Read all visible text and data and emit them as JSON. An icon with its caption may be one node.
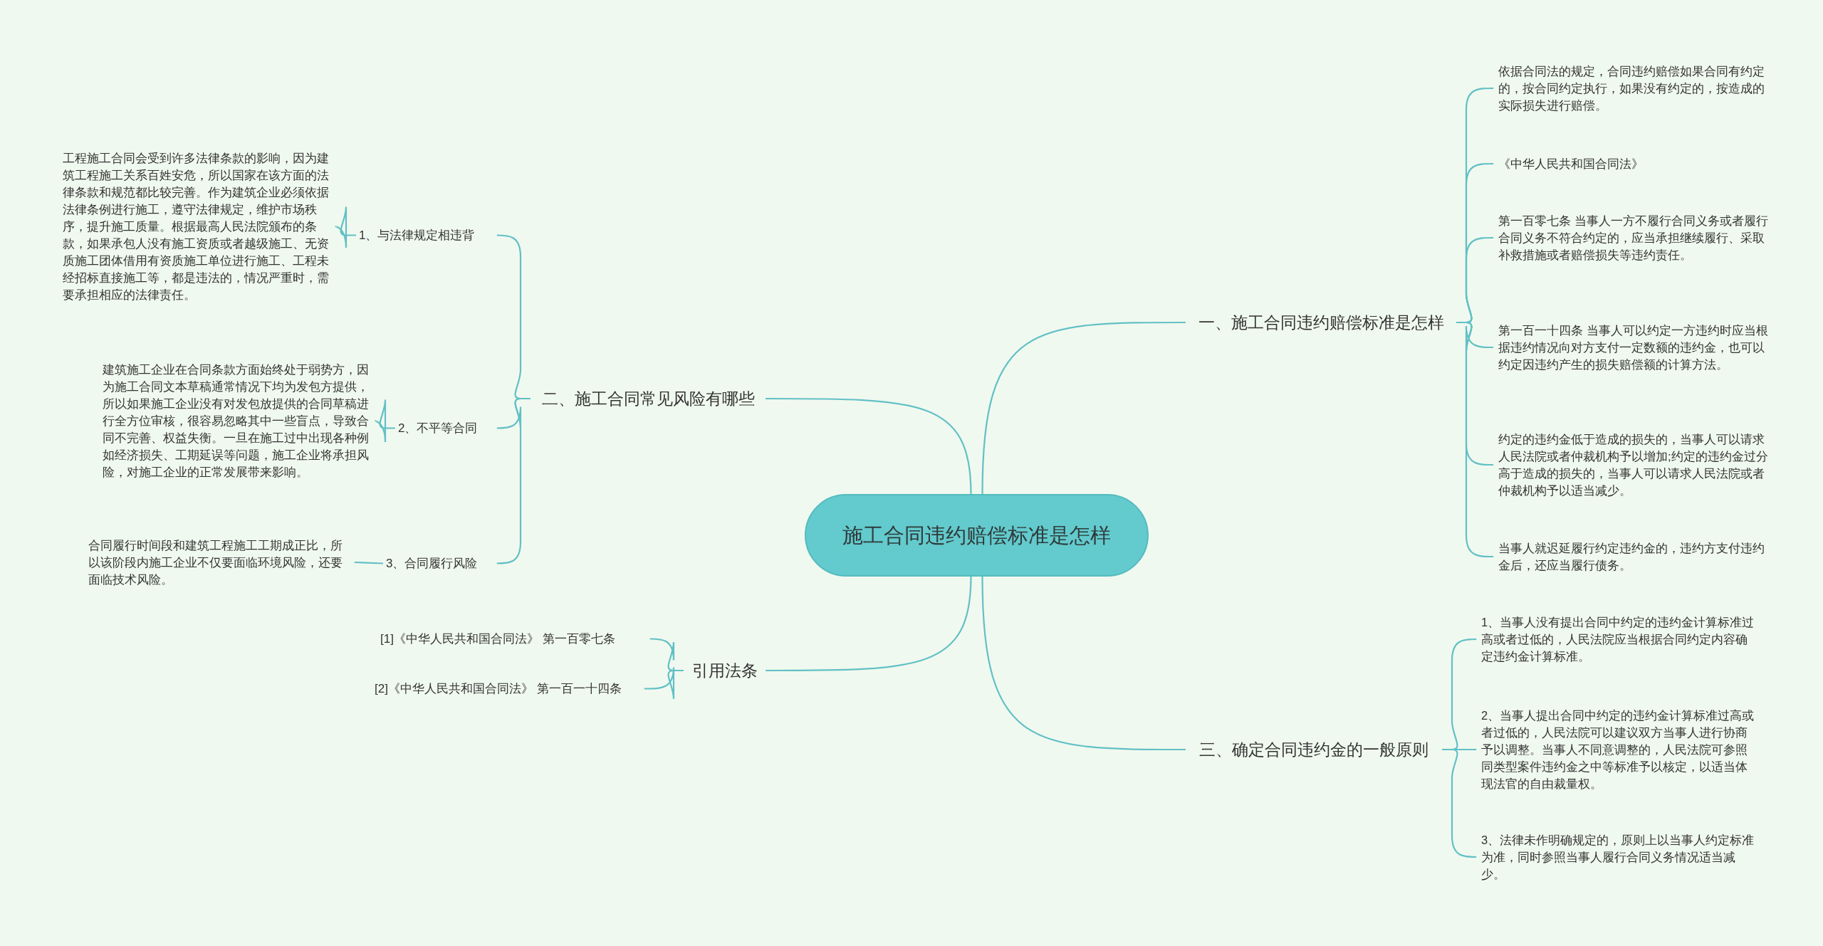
{
  "diagram": {
    "nodes": [
      {
        "text": [
          "施工合同违约赔偿标准是怎样"
        ]
      },
      {
        "text": [
          "一、施工合同违约赔偿标准是怎样"
        ]
      },
      {
        "text": [
          "依据合同法的规定，合同违约赔偿如果合同有约定的，按合同约定执行，如果没有约定的，按造成的实际损失进行赔偿。"
        ]
      },
      {
        "text": [
          "《中华人民共和国合同法》"
        ]
      },
      {
        "text": [
          "第一百零七条 当事人一方不履行合同义务或者履行合同义务不符合约定的，应当承担继续履行、采取补救措施或者赔偿损失等违约责任。"
        ]
      },
      {
        "text": [
          "第一百一十四条 当事人可以约定一方违约时应当根据违约情况向对方支付一定数额的违约金，也可以约定因违约产生的损失赔偿额的计算方法。"
        ]
      },
      {
        "text": [
          "约定的违约金低于造成的损失的，当事人可以请求人民法院或者仲裁机构予以增加;约定的违约金过分高于造成的损失的，当事人可以请求人民法院或者仲裁机构予以适当减少。"
        ]
      },
      {
        "text": [
          "当事人就迟延履行约定违约金的，违约方支付违约金后，还应当履行债务。"
        ]
      },
      {
        "text": [
          "三、确定合同违约金的一般原则"
        ]
      },
      {
        "text": [
          "1、当事人没有提出合同中约定的违约金计算标准过高或者过低的，人民法院应当根据合同约定内容确定违约金计算标准。"
        ]
      },
      {
        "text": [
          "2、当事人提出合同中约定的违约金计算标准过高或者过低的，人民法院可以建议双方当事人进行协商予以调整。当事人不同意调整的，人民法院可参照同类型案件违约金之中等标准予以核定，以适当体现法官的自由裁量权。"
        ]
      },
      {
        "text": [
          "3、法律未作明确规定的，原则上以当事人约定标准为准，同时参照当事人履行合同义务情况适当减少。"
        ]
      },
      {
        "text": [
          "二、施工合同常见风险有哪些"
        ]
      },
      {
        "text": [
          "1、与法律规定相违背"
        ]
      },
      {
        "text": [
          "工程施工合同会受到许多法律条款的影响，因为建筑工程施工关系百姓安危，所以国家在该方面的法律条款和规范都比较完善。作为建筑企业必须依据法律条例进行施工，遵守法律规定，维护市场秩序，提升施工质量。根据最高人民法院颁布的条款，如果承包人没有施工资质或者越级施工、无资质施工团体借用有资质施工单位进行施工、工程未经招标直接施工等，都是违法的，情况严重时，需要承担相应的法律责任。"
        ]
      },
      {
        "text": [
          "2、不平等合同"
        ]
      },
      {
        "text": [
          "建筑施工企业在合同条款方面始终处于弱势方，因为施工合同文本草稿通常情况下均为发包方提供，所以如果施工企业没有对发包放提供的合同草稿进行全方位审核，很容易忽略其中一些盲点，导致合同不完善、权益失衡。一旦在施工过中出现各种例如经济损失、工期延误等问题，施工企业将承担风险，对施工企业的正常发展带来影响。"
        ]
      },
      {
        "text": [
          "3、合同履行风险"
        ]
      },
      {
        "text": [
          "合同履行时间段和建筑工程施工工期成正比，所以该阶段内施工企业不仅要面临环境风险，还要面临技术风险。"
        ]
      },
      {
        "text": [
          "引用法条"
        ]
      },
      {
        "text": [
          "[1]《中华人民共和国合同法》 第一百零七条"
        ]
      },
      {
        "text": [
          "[2]《中华人民共和国合同法》 第一百一十四条"
        ]
      }
    ],
    "edges": [
      {
        "from": 0,
        "to": 1,
        "arrow": "none"
      },
      {
        "from": 1,
        "to": 2,
        "arrow": "none"
      },
      {
        "from": 1,
        "to": 3,
        "arrow": "none"
      },
      {
        "from": 1,
        "to": 4,
        "arrow": "none"
      },
      {
        "from": 1,
        "to": 5,
        "arrow": "none"
      },
      {
        "from": 1,
        "to": 6,
        "arrow": "none"
      },
      {
        "from": 1,
        "to": 7,
        "arrow": "none"
      },
      {
        "from": 0,
        "to": 8,
        "arrow": "none"
      },
      {
        "from": 8,
        "to": 9,
        "arrow": "none"
      },
      {
        "from": 8,
        "to": 10,
        "arrow": "none"
      },
      {
        "from": 8,
        "to": 11,
        "arrow": "none"
      },
      {
        "from": 0,
        "to": 12,
        "arrow": "none"
      },
      {
        "from": 12,
        "to": 13,
        "arrow": "none"
      },
      {
        "from": 13,
        "to": 14,
        "arrow": "none"
      },
      {
        "from": 12,
        "to": 15,
        "arrow": "none"
      },
      {
        "from": 15,
        "to": 16,
        "arrow": "none"
      },
      {
        "from": 12,
        "to": 17,
        "arrow": "none"
      },
      {
        "from": 17,
        "to": 18,
        "arrow": "none"
      },
      {
        "from": 0,
        "to": 19,
        "arrow": "none"
      },
      {
        "from": 19,
        "to": 20,
        "arrow": "none"
      },
      {
        "from": 19,
        "to": 21,
        "arrow": "none"
      }
    ]
  }
}
